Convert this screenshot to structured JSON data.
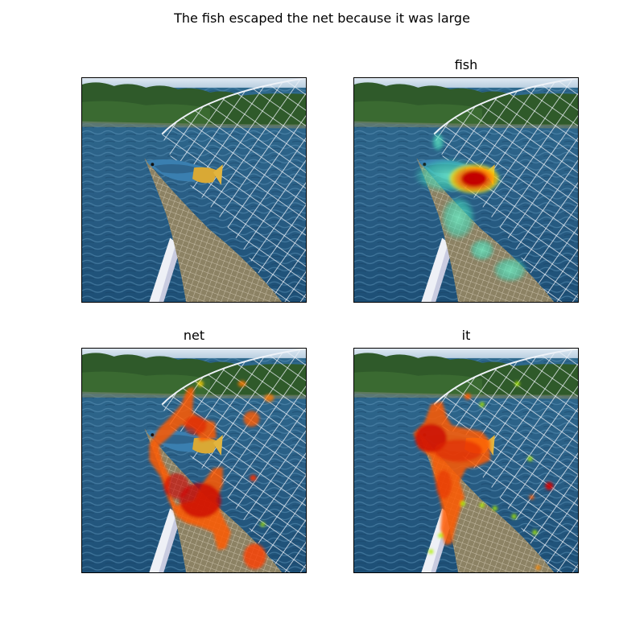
{
  "figure": {
    "title": "The fish escaped the net because it was large"
  },
  "panels": [
    {
      "title": "",
      "overlay": "none"
    },
    {
      "title": "fish",
      "overlay": "attention-heatmap-fish"
    },
    {
      "title": "net",
      "overlay": "attention-heatmap-net"
    },
    {
      "title": "it",
      "overlay": "attention-heatmap-it"
    }
  ],
  "colors": {
    "heat_core": "#d40000",
    "heat_mid": "#ff6a00",
    "heat_edge": "#f7e000",
    "heat_rim": "#3fe0b0",
    "water": "#2a5f86",
    "trees": "#2f5a2a",
    "net": "#e8ecf2"
  }
}
